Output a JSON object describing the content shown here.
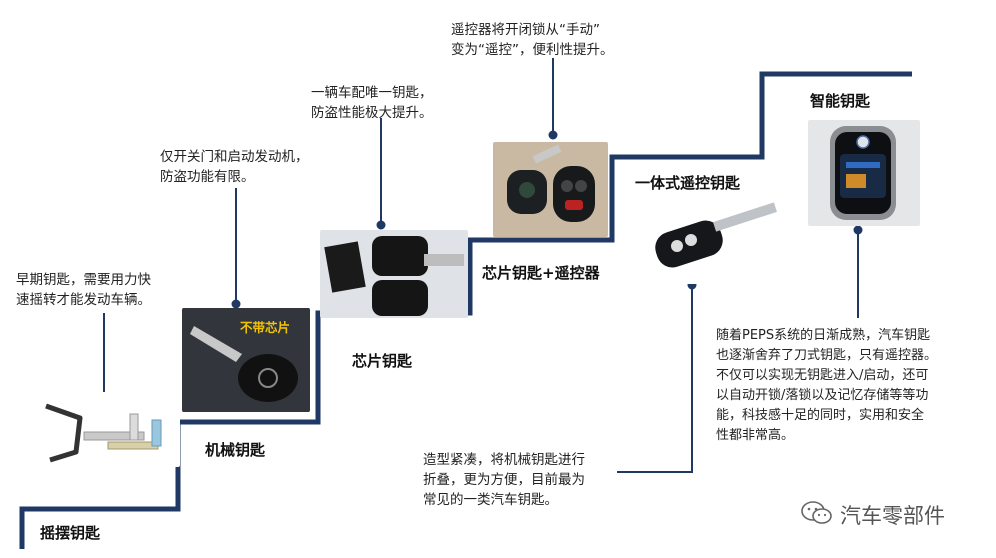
{
  "stages": [
    {
      "label": "摇摆钥匙",
      "note_lines": [
        "早期钥匙，需要用力快",
        "速摇转才能发动车辆。"
      ]
    },
    {
      "label": "机械钥匙",
      "note_lines": [
        "仅开关门和启动发动机，",
        "防盗功能有限。"
      ],
      "photo_tag": "不带芯片"
    },
    {
      "label": "芯片钥匙",
      "note_lines": [
        "一辆车配唯一钥匙，",
        "防盗性能极大提升。"
      ]
    },
    {
      "label": "芯片钥匙+遥控器",
      "note_lines": [
        "遥控器将开闭锁从“手动”",
        "变为“遥控”，便利性提升。"
      ]
    },
    {
      "label": "一体式遥控钥匙",
      "note_lines": [
        "造型紧凑，将机械钥匙进行",
        "折叠，更为方便，目前最为",
        "常见的一类汽车钥匙。"
      ]
    },
    {
      "label": "智能钥匙",
      "note_lines": [
        "随着PEPS系统的日渐成熟，汽车钥匙",
        "也逐渐舍弃了刀式钥匙，只有遥控器。",
        "不仅可以实现无钥匙进入/启动，还可",
        "以自动开锁/落锁以及记忆存储等等功",
        "能，科技感十足的同时，实用和安全",
        "性都非常高。"
      ]
    }
  ],
  "watermark": {
    "text": "汽车零部件",
    "icon": "wechat-icon"
  },
  "colors": {
    "stair": "#1f3864",
    "leader": "#1f3864",
    "tag": "#f5c400"
  }
}
